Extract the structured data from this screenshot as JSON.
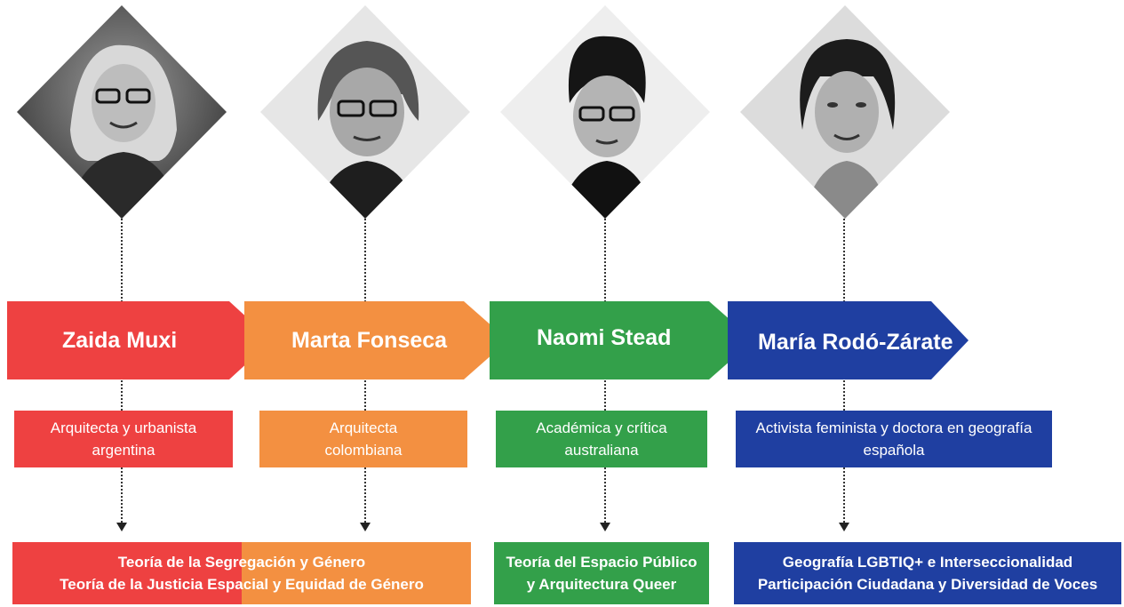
{
  "colors": {
    "red": "#ee4141",
    "orange": "#f39041",
    "green": "#33a04a",
    "blue": "#1f3fa1"
  },
  "people": [
    {
      "name": "Zaida Muxi",
      "desc_lines": [
        "Arquitecta y urbanista",
        "argentina"
      ]
    },
    {
      "name": "Marta Fonseca",
      "desc_lines": [
        "Arquitecta",
        "colombiana"
      ]
    },
    {
      "name": "Naomi Stead",
      "desc_lines": [
        "Académica y crítica",
        "australiana"
      ]
    },
    {
      "name": "María Rodó-Zárate",
      "desc_lines": [
        "Activista feminista y doctora en geografía",
        "española"
      ]
    }
  ],
  "theories": [
    {
      "lines": [
        "Teoría de la Segregación y Género",
        "Teoría de la Justicia Espacial y Equidad de Género"
      ]
    },
    {
      "lines": [
        "Teoría del Espacio Público",
        "y Arquitectura Queer"
      ]
    },
    {
      "lines": [
        "Geografía LGBTIQ+ e Interseccionalidad",
        "Participación Ciudadana y Diversidad de Voces"
      ]
    }
  ]
}
